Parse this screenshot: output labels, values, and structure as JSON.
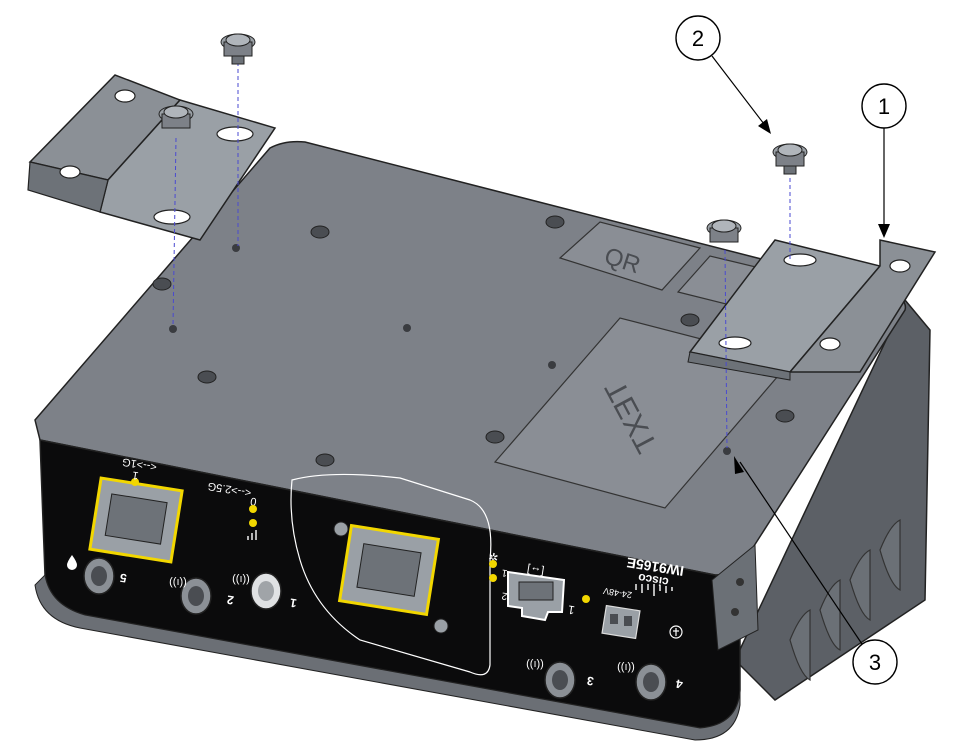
{
  "callouts": [
    {
      "label": "1",
      "target": "mounting-bracket"
    },
    {
      "label": "2",
      "target": "mounting-screw"
    },
    {
      "label": "3",
      "target": "screw-hole"
    }
  ],
  "plates": {
    "qr_label": "QR",
    "text_label": "TEXT"
  },
  "front_panel": {
    "brand": "cisco",
    "model": "IW9165E",
    "power_rating": "24-48V",
    "port_speed_1g": "<-->1G",
    "port_speed_25g": "<-->2.5G",
    "port_1g_number": "1",
    "port_25g_number": "0",
    "console_number": "1",
    "led_label_1": "1",
    "led_label_2": "2",
    "antenna_labels": [
      "1",
      "2",
      "3",
      "4",
      "5"
    ]
  },
  "colors": {
    "housing": "#7d8188",
    "housing_dark": "#5f6369",
    "bracket": "#8b9096",
    "front_panel": "#0b0b0c",
    "rj45_outline": "#f2d700",
    "led": "#f2d700"
  },
  "icons": [
    "antenna-icon",
    "water-drop-icon",
    "ground-icon",
    "gear-icon",
    "console-icon"
  ]
}
